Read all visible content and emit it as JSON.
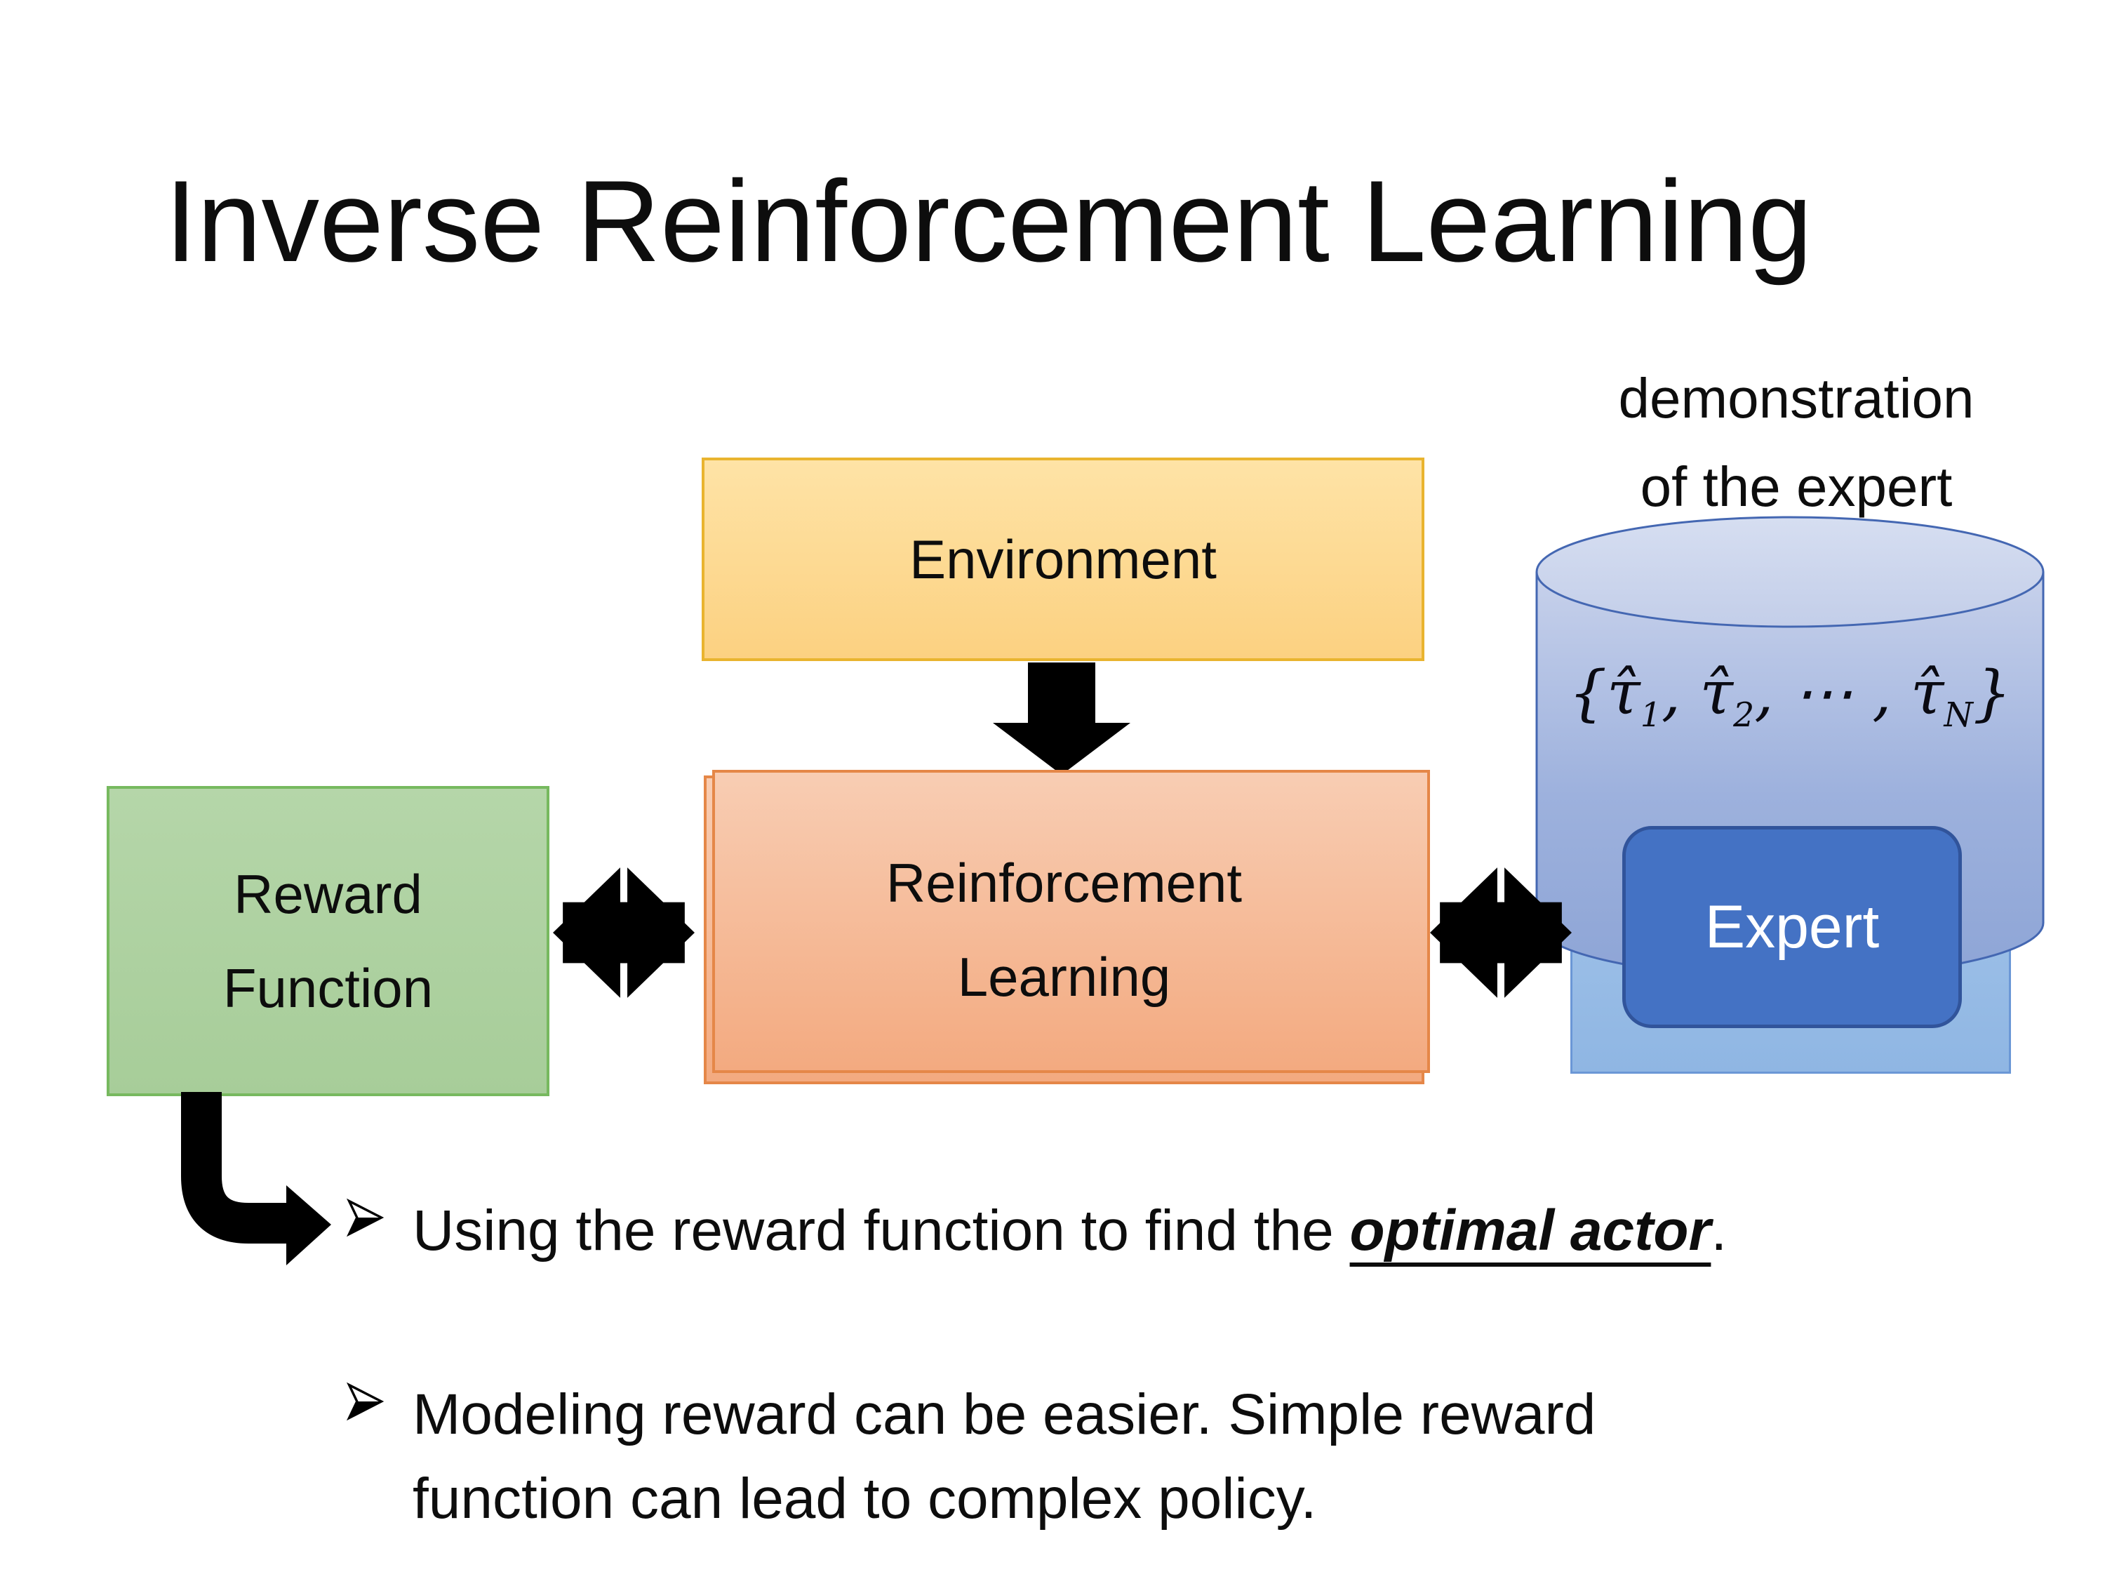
{
  "slide": {
    "title": "Inverse Reinforcement Learning"
  },
  "diagram": {
    "environment": {
      "label": "Environment"
    },
    "reward_function": {
      "line1": "Reward",
      "line2": "Function"
    },
    "reinforcement_learning": {
      "line1": "Reinforcement",
      "line2": "Learning"
    },
    "expert": {
      "label": "Expert"
    },
    "demonstration_caption": {
      "line1": "demonstration",
      "line2": "of the expert"
    },
    "trajectory_set": {
      "open": "{",
      "tau1": "τ̂",
      "sub1": "1",
      "comma1": ", ",
      "tau2": "τ̂",
      "sub2": "2",
      "dots": ", ⋯ , ",
      "tauN": "τ̂",
      "subN": "N",
      "close": "}"
    }
  },
  "bullets": {
    "item1": {
      "pre": "Using the reward function to find the ",
      "emphasis": "optimal actor",
      "post": "."
    },
    "item2": {
      "line1": "Modeling reward can be easier. Simple reward",
      "line2": "function can lead to complex policy."
    }
  },
  "icons": {
    "down_arrow": "thick-black-down-arrow",
    "exchange_arrow": "overlapping-left-right-black-arrows",
    "elbow_arrow": "black-elbow-arrow-down-right",
    "bullet": "right-arrowhead-bullet"
  },
  "colors": {
    "environment_fill_top": "#fee3a6",
    "environment_fill_bottom": "#fcd181",
    "environment_border": "#e9b42f",
    "rl_fill_top": "#f8cdb3",
    "rl_fill_bottom": "#f3aa80",
    "rl_border": "#e58748",
    "reward_fill_top": "#b5d6a9",
    "reward_fill_bottom": "#a7cd99",
    "reward_border": "#77b95f",
    "expert_container_fill": "#99bde6",
    "expert_container_border": "#6b97d6",
    "cylinder_fill_top": "#ccd5ec",
    "cylinder_fill_body": "#93a9d8",
    "cylinder_border": "#4467b2",
    "expert_fill": "#4472c4",
    "expert_border": "#31549b",
    "expert_text": "#ffffff",
    "arrow_color": "#000000",
    "text_color": "#0d0d0d"
  }
}
